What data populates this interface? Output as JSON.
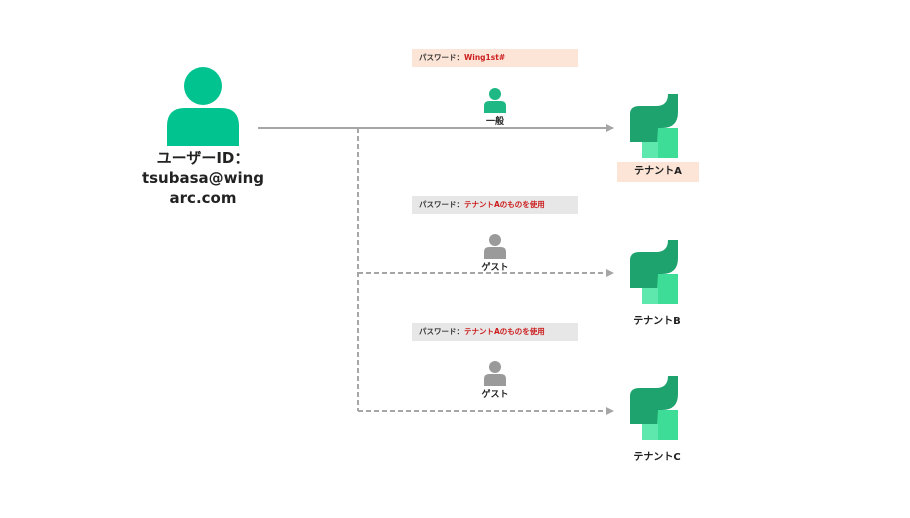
{
  "user": {
    "label_line1": "ユーザーID：",
    "label_line2": "tsubasa@wing",
    "label_line3": "arc.com",
    "icon": "person-icon",
    "color": "#00c38f"
  },
  "password_boxes": [
    {
      "label": "パスワード：",
      "value": "Wing1st#"
    },
    {
      "label": "パスワード：",
      "value": "テナントAのものを使用"
    },
    {
      "label": "パスワード：",
      "value": "テナントAのものを使用"
    }
  ],
  "roles": [
    {
      "label": "一般",
      "icon": "person-icon",
      "color": "#1db884"
    },
    {
      "label": "ゲスト",
      "icon": "person-icon",
      "color": "#9a9a9a"
    },
    {
      "label": "ゲスト",
      "icon": "person-icon",
      "color": "#9a9a9a"
    }
  ],
  "tenants": [
    {
      "label": "テナントA",
      "icon": "tenant-logo-icon",
      "highlighted": true
    },
    {
      "label": "テナントB",
      "icon": "tenant-logo-icon",
      "highlighted": false
    },
    {
      "label": "テナントC",
      "icon": "tenant-logo-icon",
      "highlighted": false
    }
  ],
  "colors": {
    "highlight_bg": "#fce4d6",
    "neutral_bg": "#e7e7e7",
    "password_value": "#cc1e1e",
    "line": "#a6a6a6",
    "logo_dark": "#1ea36e",
    "logo_light": "#3ddc97"
  }
}
